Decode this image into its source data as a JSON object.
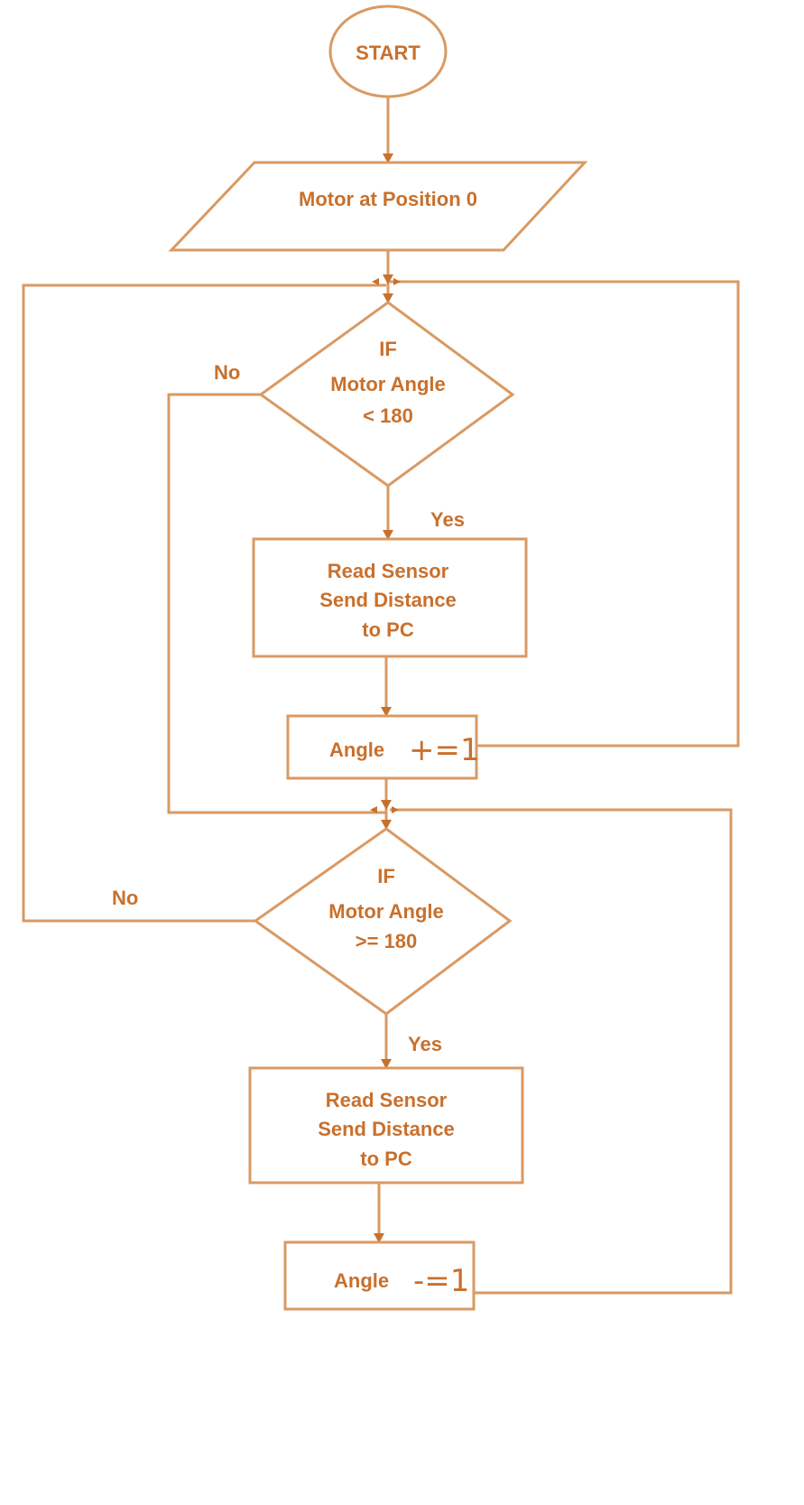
{
  "flowchart": {
    "start": "START",
    "init": "Motor at Position 0",
    "decision1": {
      "line1": "IF",
      "line2": "Motor Angle",
      "line3": "< 180",
      "no_label": "No",
      "yes_label": "Yes"
    },
    "process1": {
      "line1": "Read Sensor",
      "line2": "Send Distance",
      "line3": "to PC"
    },
    "increment": {
      "prefix": "Angle",
      "op": "+=1"
    },
    "decision2": {
      "line1": "IF",
      "line2": "Motor Angle",
      "line3": ">= 180",
      "no_label": "No",
      "yes_label": "Yes"
    },
    "process2": {
      "line1": "Read Sensor",
      "line2": "Send Distance",
      "line3": "to PC"
    },
    "decrement": {
      "prefix": "Angle",
      "op": "-=1"
    }
  },
  "colors": {
    "stroke": "#d99a63",
    "text": "#c9702c",
    "background": "#ffffff"
  }
}
